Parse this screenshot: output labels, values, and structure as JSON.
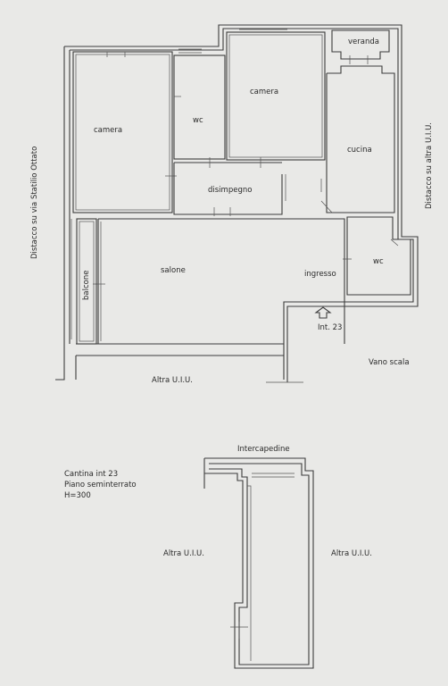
{
  "rooms": {
    "camera_left": "camera",
    "wc_top": "wc",
    "camera_center": "camera",
    "veranda": "veranda",
    "cucina": "cucina",
    "disimpegno": "disimpegno",
    "salone": "salone",
    "balcone": "balcone",
    "ingresso": "ingresso",
    "wc_right": "wc"
  },
  "labels": {
    "left_side": "Distacco su via Statilio Ottato",
    "right_side": "Distacco su altra U.I.U.",
    "bottom_main": "Altra U.I.U.",
    "entrance": "Int. 23",
    "stairwell": "Vano scala",
    "intercapedine": "Intercapedine",
    "cantina_left": "Altra U.I.U.",
    "cantina_right": "Altra U.I.U."
  },
  "cantina_info": {
    "line1": "Cantina int 23",
    "line2": "Piano seminterrato",
    "line3": "H=300"
  }
}
